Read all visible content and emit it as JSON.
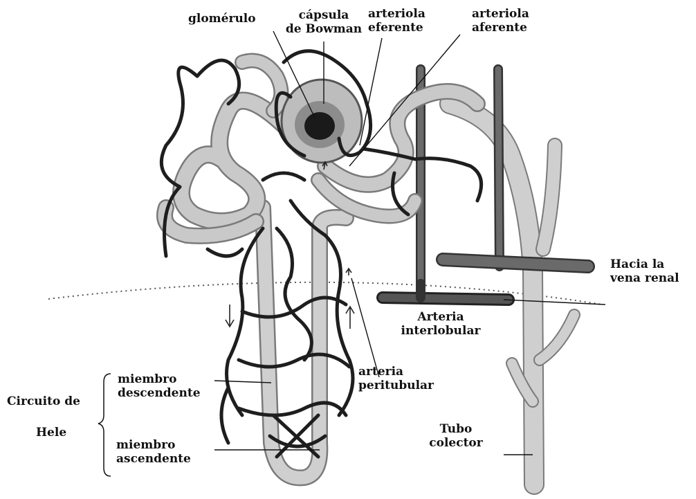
{
  "labels": {
    "glomerulo": "glomérulo",
    "capsula_line1": "cápsula",
    "capsula_line2": "de Bowman",
    "eferente_line1": "arteriola",
    "eferente_line2": "eferente",
    "aferente_line1": "arteriola",
    "aferente_line2": "aferente",
    "vena_line1": "Hacia la",
    "vena_line2": "vena renal",
    "interlobular_line1": "Arteria",
    "interlobular_line2": "interlobular",
    "peritubular_line1": "arteria",
    "peritubular_line2": "peritubular",
    "descendente_line1": "miembro",
    "descendente_line2": "descendente",
    "ascendente_line1": "miembro",
    "ascendente_line2": "ascendente",
    "circuito_line1": "Circuito de",
    "circuito_line2": "Hele",
    "tubo_line1": "Tubo",
    "tubo_line2": "colector"
  },
  "colors": {
    "tubule": "#c9c9c9",
    "tubule_edge": "#7a7a7a",
    "capillary": "#1e1e1e",
    "vein": "#6a6a6a",
    "label_text": "#111111"
  }
}
